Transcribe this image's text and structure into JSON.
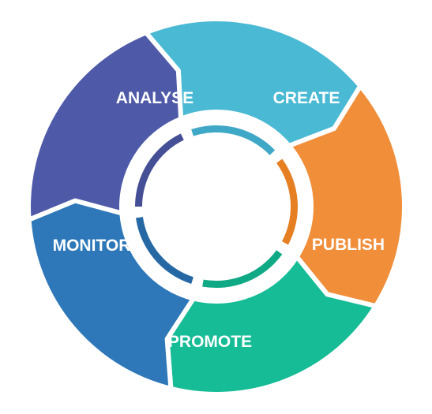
{
  "diagram": {
    "segments": [
      {
        "label": "ANALYSE",
        "color": "#49B9D4",
        "inner_color": "#3FA8C6"
      },
      {
        "label": "CREATE",
        "color": "#F08E3A",
        "inner_color": "#E67E22"
      },
      {
        "label": "PUBLISH",
        "color": "#15BC96",
        "inner_color": "#0FA985"
      },
      {
        "label": "PROMOTE",
        "color": "#2E78B9",
        "inner_color": "#2668A4"
      },
      {
        "label": "MONITOR",
        "color": "#4E5AA8",
        "inner_color": "#444F96"
      }
    ],
    "background": "#FFFFFF",
    "divider_color": "#FFFFFF"
  }
}
